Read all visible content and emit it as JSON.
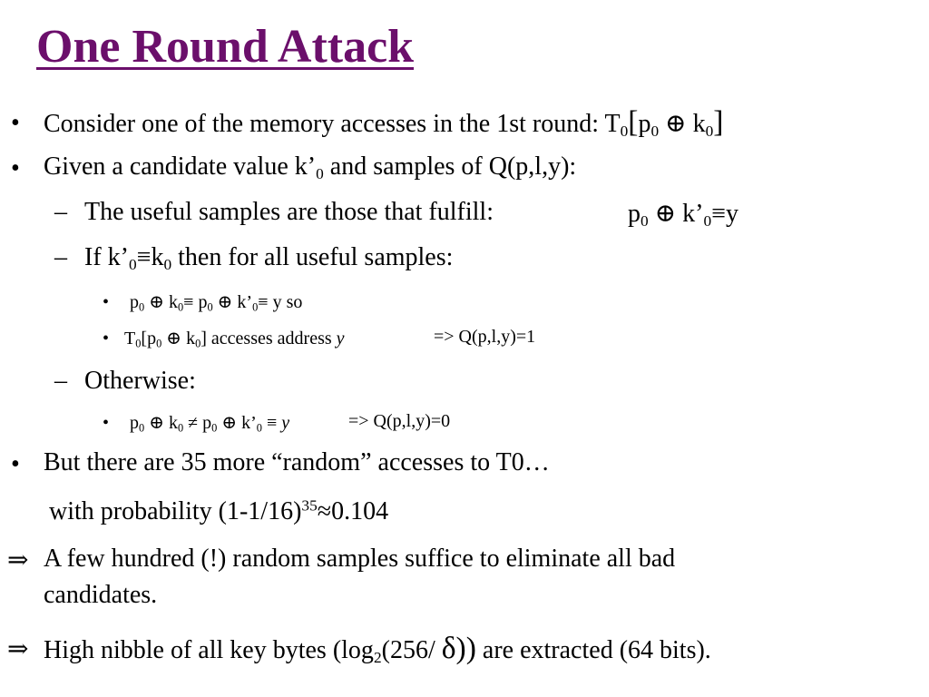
{
  "title": "One Round Attack",
  "markers": {
    "bullet": "•",
    "dash": "–",
    "implies": "⇒"
  },
  "lines": {
    "b1": "Consider one of the memory accesses in the 1st round: ",
    "b2_pre": "Given a candidate value k’",
    "b2_post": " and samples of Q(p,l,y):",
    "d1_text": "The useful samples are those that fulfill:",
    "d1_eq": "k’",
    "d1_tail": "≡y",
    "d2_pre": "If k’",
    "d2_mid": "≡k",
    "d2_post": " then for all useful samples:",
    "s1_text": "≡ y   so",
    "s2_text": "] accesses address ",
    "s2_y": "y",
    "s2_result": "=>  Q(p,l,y)=1",
    "d3_text": "Otherwise:",
    "s3_neq": " ≠ ",
    "s3_equiv": " ≡ ",
    "s3_y": "y",
    "s3_result": "=>  Q(p,l,y)=0",
    "b3": "But there are 35 more “random” accesses to T0…",
    "p1_pre": "with probability  (1-1/16)",
    "p1_sup": "35",
    "p1_post": "≈0.104",
    "i1_line1": "A few hundred (!) random samples suffice to eliminate all bad",
    "i1_line2": "candidates.",
    "i2_pre": "High nibble of all key bytes (log",
    "i2_sub": "2",
    "i2_mid": "(256/ ",
    "i2_delta": "δ))",
    "i2_post": " are extracted (64 bits)."
  },
  "math": {
    "T": "T",
    "p": "p",
    "k": "k",
    "kp": "k’",
    "zero": "0",
    "xor": " ⊕ ",
    "lbr": "[",
    "rbr": "]"
  }
}
